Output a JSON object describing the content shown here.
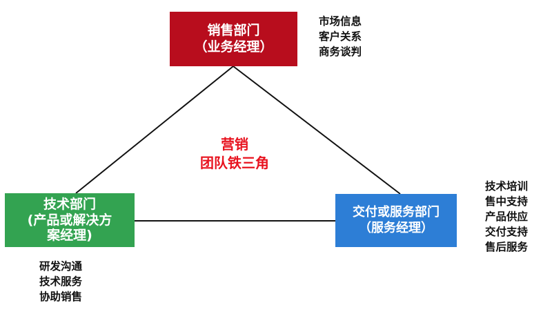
{
  "nodes": {
    "sales": {
      "line1": "销售部门",
      "line2": "（业务经理）",
      "color": "#b80d1d",
      "items": [
        "市场信息",
        "客户关系",
        "商务谈判"
      ]
    },
    "tech": {
      "line1": "技术部门",
      "line2": "(产品或解决方",
      "line3": "案经理)",
      "color": "#33a351",
      "items": [
        "研发沟通",
        "技术服务",
        "协助销售"
      ]
    },
    "delivery": {
      "line1": "交付或服务部门",
      "line2": "（服务经理）",
      "color": "#2d7ed6",
      "items": [
        "技术培训",
        "售中支持",
        "产品供应",
        "交付支持",
        "售后服务"
      ]
    }
  },
  "center": {
    "line1": "营销",
    "line2": "团队铁三角",
    "color": "#e8131f"
  }
}
